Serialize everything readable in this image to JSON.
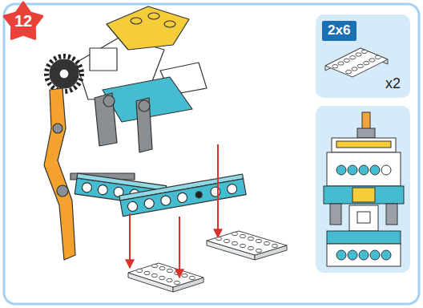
{
  "diagram": {
    "nodes": [
      {
        "text": [
          "12"
        ]
      },
      {
        "text": [
          "x2"
        ]
      },
      {
        "text": [
          "2x6"
        ],
        "in": 1
      }
    ]
  }
}
